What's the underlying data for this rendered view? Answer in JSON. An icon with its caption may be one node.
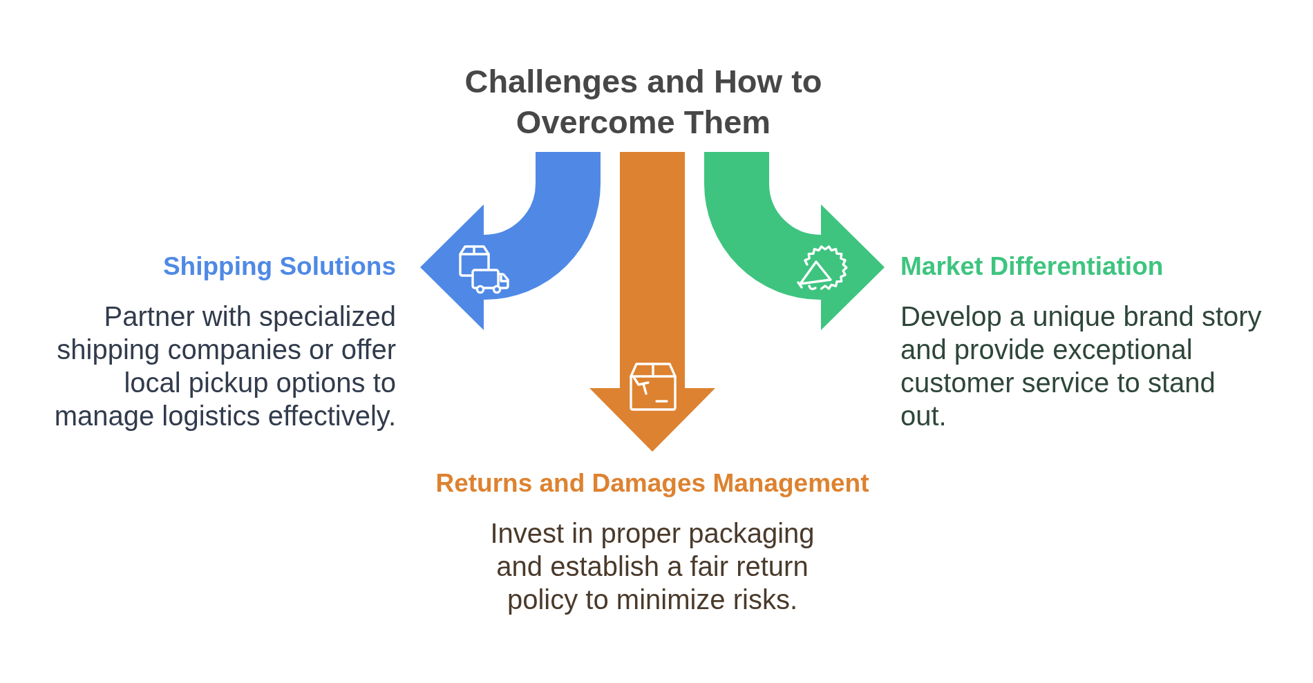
{
  "diagram": {
    "title": "Challenges and How to Overcome Them",
    "nodes": [
      {
        "text": [
          "Shipping Solutions",
          "Partner with specialized shipping companies or offer local pickup options to manage logistics effectively."
        ]
      },
      {
        "text": [
          "Market Differentiation",
          "Develop a unique brand story and provide exceptional customer service to stand out."
        ]
      },
      {
        "text": [
          "Returns and Damages Management",
          "Invest in proper packaging and establish a fair return policy to minimize risks."
        ]
      }
    ],
    "edges": [
      {
        "from": null,
        "to": 0,
        "arrow": "to",
        "color": "#4f89e5"
      },
      {
        "from": null,
        "to": 1,
        "arrow": "to",
        "color": "#3ec47f"
      },
      {
        "from": null,
        "to": 2,
        "arrow": "to",
        "color": "#dd8230"
      }
    ]
  }
}
